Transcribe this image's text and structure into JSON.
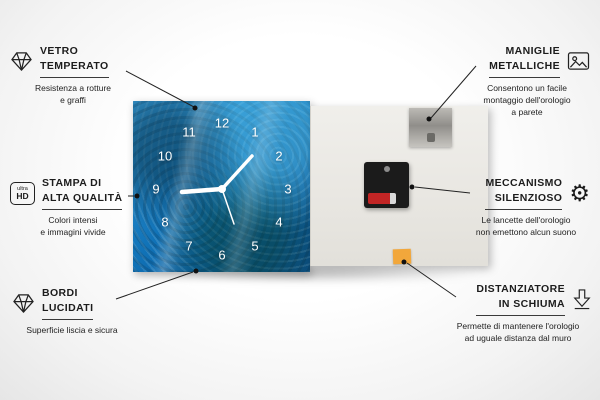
{
  "callouts": {
    "vetro_temperato": {
      "icon": "diamond-icon",
      "title_lines": [
        "VETRO",
        "TEMPERATO"
      ],
      "description": "Resistenza a rotture\ne graffi"
    },
    "stampa_alta_qualita": {
      "icon": "ultra-hd-icon",
      "icon_label_top": "ultra",
      "icon_label_bottom": "HD",
      "title_lines": [
        "STAMPA DI",
        "ALTA QUALITÀ"
      ],
      "description": "Colori intensi\ne immagini vivide"
    },
    "bordi_lucidati": {
      "icon": "diamond-icon",
      "title_lines": [
        "BORDI",
        "LUCIDATI"
      ],
      "description": "Superficie liscia e sicura"
    },
    "maniglie_metalliche": {
      "icon": "picture-frame-icon",
      "title_lines": [
        "MANIGLIE",
        "METALLICHE"
      ],
      "description": "Consentono un facile\nmontaggio dell'orologio\na parete"
    },
    "meccanismo_silenzioso": {
      "icon": "gear-icon",
      "icon_glyph": "⚙",
      "title_lines": [
        "MECCANISMO",
        "SILENZIOSO"
      ],
      "description": "Le lancette dell'orologio\nnon emettono alcun suono"
    },
    "distanziatore_schiuma": {
      "icon": "arrow-down-icon",
      "title_lines": [
        "DISTANZIATORE",
        "IN SCHIUMA"
      ],
      "description": "Permette di mantenere l'orologio\nad uguale distanza dal muro"
    }
  },
  "clock": {
    "numbers": [
      "12",
      "1",
      "2",
      "3",
      "4",
      "5",
      "6",
      "7",
      "8",
      "9",
      "10",
      "11"
    ]
  },
  "colors": {
    "clock_face_blue": "#1173b8",
    "spacer_orange": "#f2a73b",
    "battery_red": "#c22525",
    "line_color": "#222222"
  }
}
